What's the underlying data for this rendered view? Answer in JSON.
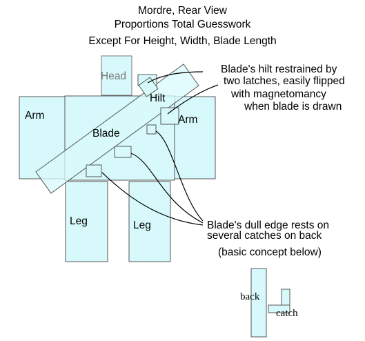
{
  "title": {
    "line1": "Mordre, Rear View",
    "line2": "Proportions Total Guesswork",
    "line3": "Except For Height, Width, Blade Length"
  },
  "labels": {
    "head": "Head",
    "hilt": "Hilt",
    "arm_left": "Arm",
    "arm_right": "Arm",
    "blade": "Blade",
    "leg_left": "Leg",
    "leg_right": "Leg"
  },
  "annotations": {
    "hilt_note": [
      "Blade's hilt restrained by",
      "two latches, easily flipped",
      "with magnetomancy",
      "when blade is drawn"
    ],
    "edge_note": [
      "Blade's dull edge rests on",
      "several catches on back"
    ],
    "concept_note": "(basic concept below)"
  },
  "concept": {
    "back": "back",
    "catch": "catch"
  },
  "colors": {
    "fill": "#d8f9fb",
    "stroke": "#555555"
  }
}
